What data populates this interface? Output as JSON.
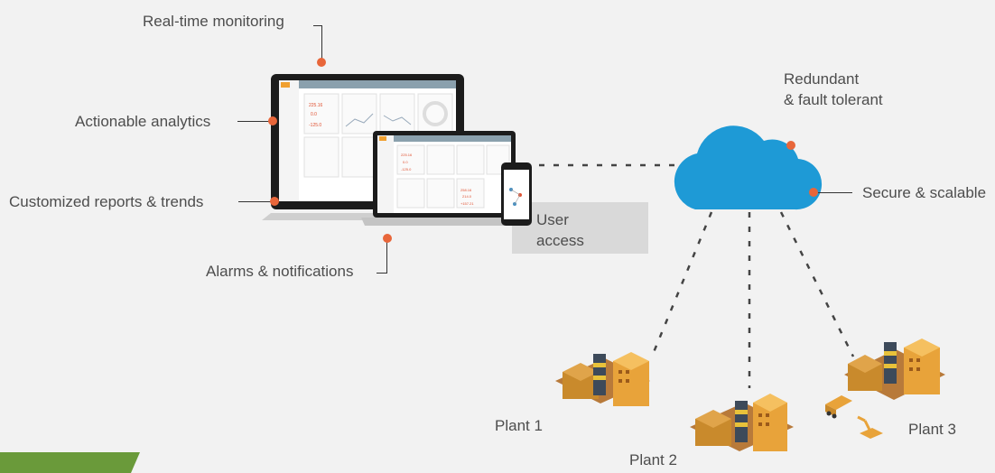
{
  "labels": {
    "realtime": "Real-time monitoring",
    "analytics": "Actionable analytics",
    "reports": "Customized reports & trends",
    "alarms": "Alarms & notifications",
    "redundant_1": "Redundant",
    "redundant_2": "& fault tolerant",
    "secure": "Secure & scalable",
    "user_access_1": "User",
    "user_access_2": "access"
  },
  "plants": [
    {
      "label": "Plant 1"
    },
    {
      "label": "Plant 2"
    },
    {
      "label": "Plant 3"
    }
  ],
  "monitor_values": [
    "225.16",
    "0.0",
    "-125.0"
  ],
  "laptop_values": [
    "225.16",
    "0.0",
    "-125.0",
    "258.16",
    "214.0",
    "+157.21"
  ],
  "colors": {
    "accent": "#e8663a",
    "cloud": "#1e9ad6",
    "green": "#6a9a3a",
    "building": "#e8a33a",
    "panel_gray": "#d9d9d9"
  }
}
